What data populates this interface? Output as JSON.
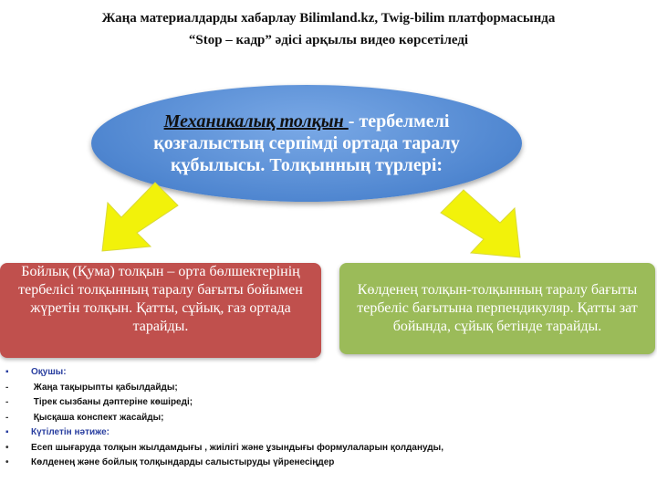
{
  "title": {
    "line1": "Жаңа материалдарды хабарлау Bilimland.kz, Twig-bilim платформасында",
    "line2": "“Stop – кадр” әдісі арқылы видео көрсетіледі"
  },
  "colors": {
    "ellipse": "#4f86d0",
    "red_box": "#c0504d",
    "green_box": "#9bbb59",
    "arrow": "#f2f20a"
  },
  "ellipse": {
    "term": "Механикалық толқын ",
    "definition": "- тербелмелі қозғалыстың серпімді ортада таралу құбылысы. Толқынның түрлері:"
  },
  "boxes": {
    "longitudinal": "Бойлық (Қума) толқын – орта бөлшектерінің тербелісі толқынның таралу бағыты  бойымен жүретін толқын. Қатты, сұйық, газ ортада тарайды.",
    "transverse": "Көлденең толқын-толқынның таралу бағыты тербеліс бағытына перпендикуляр. Қатты зат бойында, сұйық бетінде тарайды."
  },
  "list": [
    {
      "marker": "▪",
      "text": "Оқушы:",
      "style": "blue"
    },
    {
      "marker": "-",
      "text": " Жаңа тақырыпты қабылдайды;",
      "style": "blk"
    },
    {
      "marker": "-",
      "text": " Тірек сызбаны дәптеріне көшіреді;",
      "style": "blk"
    },
    {
      "marker": "-",
      "text": " Қысқаша конспект жасайды;",
      "style": "blk"
    },
    {
      "marker": "▪",
      "text": "Күтілетін нәтиже:",
      "style": "blue"
    },
    {
      "marker": "•",
      "text": "Есеп шығаруда толқын жылдамдығы , жиілігі және ұзындығы формулаларын қолдануды,",
      "style": "blk"
    },
    {
      "marker": "•",
      "text": "Көлденең және бойлық толқындарды салыстыруды үйренесіңдер",
      "style": "blk"
    }
  ]
}
